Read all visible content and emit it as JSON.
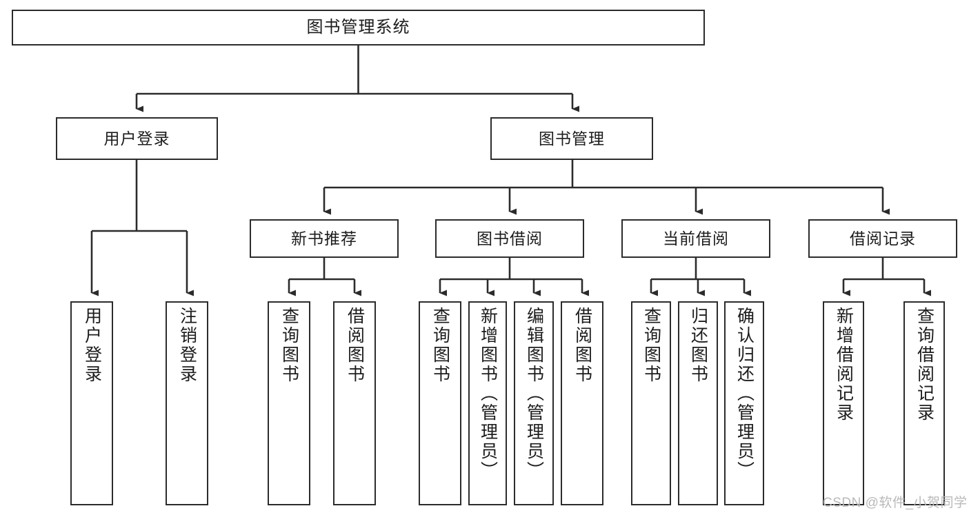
{
  "diagram": {
    "title": "图书管理系统",
    "type": "tree-hierarchy-chart",
    "watermark": "CSDN @软件_小贺同学",
    "colors": {
      "stroke": "#2b2b2b",
      "fill": "#ffffff",
      "text": "#1c1c1c",
      "watermark": "#b9b9b9"
    },
    "nodes": {
      "root": {
        "label": "图书管理系统"
      },
      "level2": [
        {
          "label": "用户登录"
        },
        {
          "label": "图书管理"
        }
      ],
      "level3": [
        {
          "label": "新书推荐"
        },
        {
          "label": "图书借阅"
        },
        {
          "label": "当前借阅"
        },
        {
          "label": "借阅记录"
        }
      ],
      "leaves_user_login": [
        {
          "label": "用户登录"
        },
        {
          "label": "注销登录"
        }
      ],
      "leaves_new_book": [
        {
          "label": "查询图书"
        },
        {
          "label": "借阅图书"
        }
      ],
      "leaves_borrow": [
        {
          "label": "查询图书"
        },
        {
          "label": "新增图书（管理员）"
        },
        {
          "label": "编辑图书（管理员）"
        },
        {
          "label": "借阅图书"
        }
      ],
      "leaves_current": [
        {
          "label": "查询图书"
        },
        {
          "label": "归还图书"
        },
        {
          "label": "确认归还（管理员）"
        }
      ],
      "leaves_record": [
        {
          "label": "新增借阅记录"
        },
        {
          "label": "查询借阅记录"
        }
      ]
    }
  }
}
